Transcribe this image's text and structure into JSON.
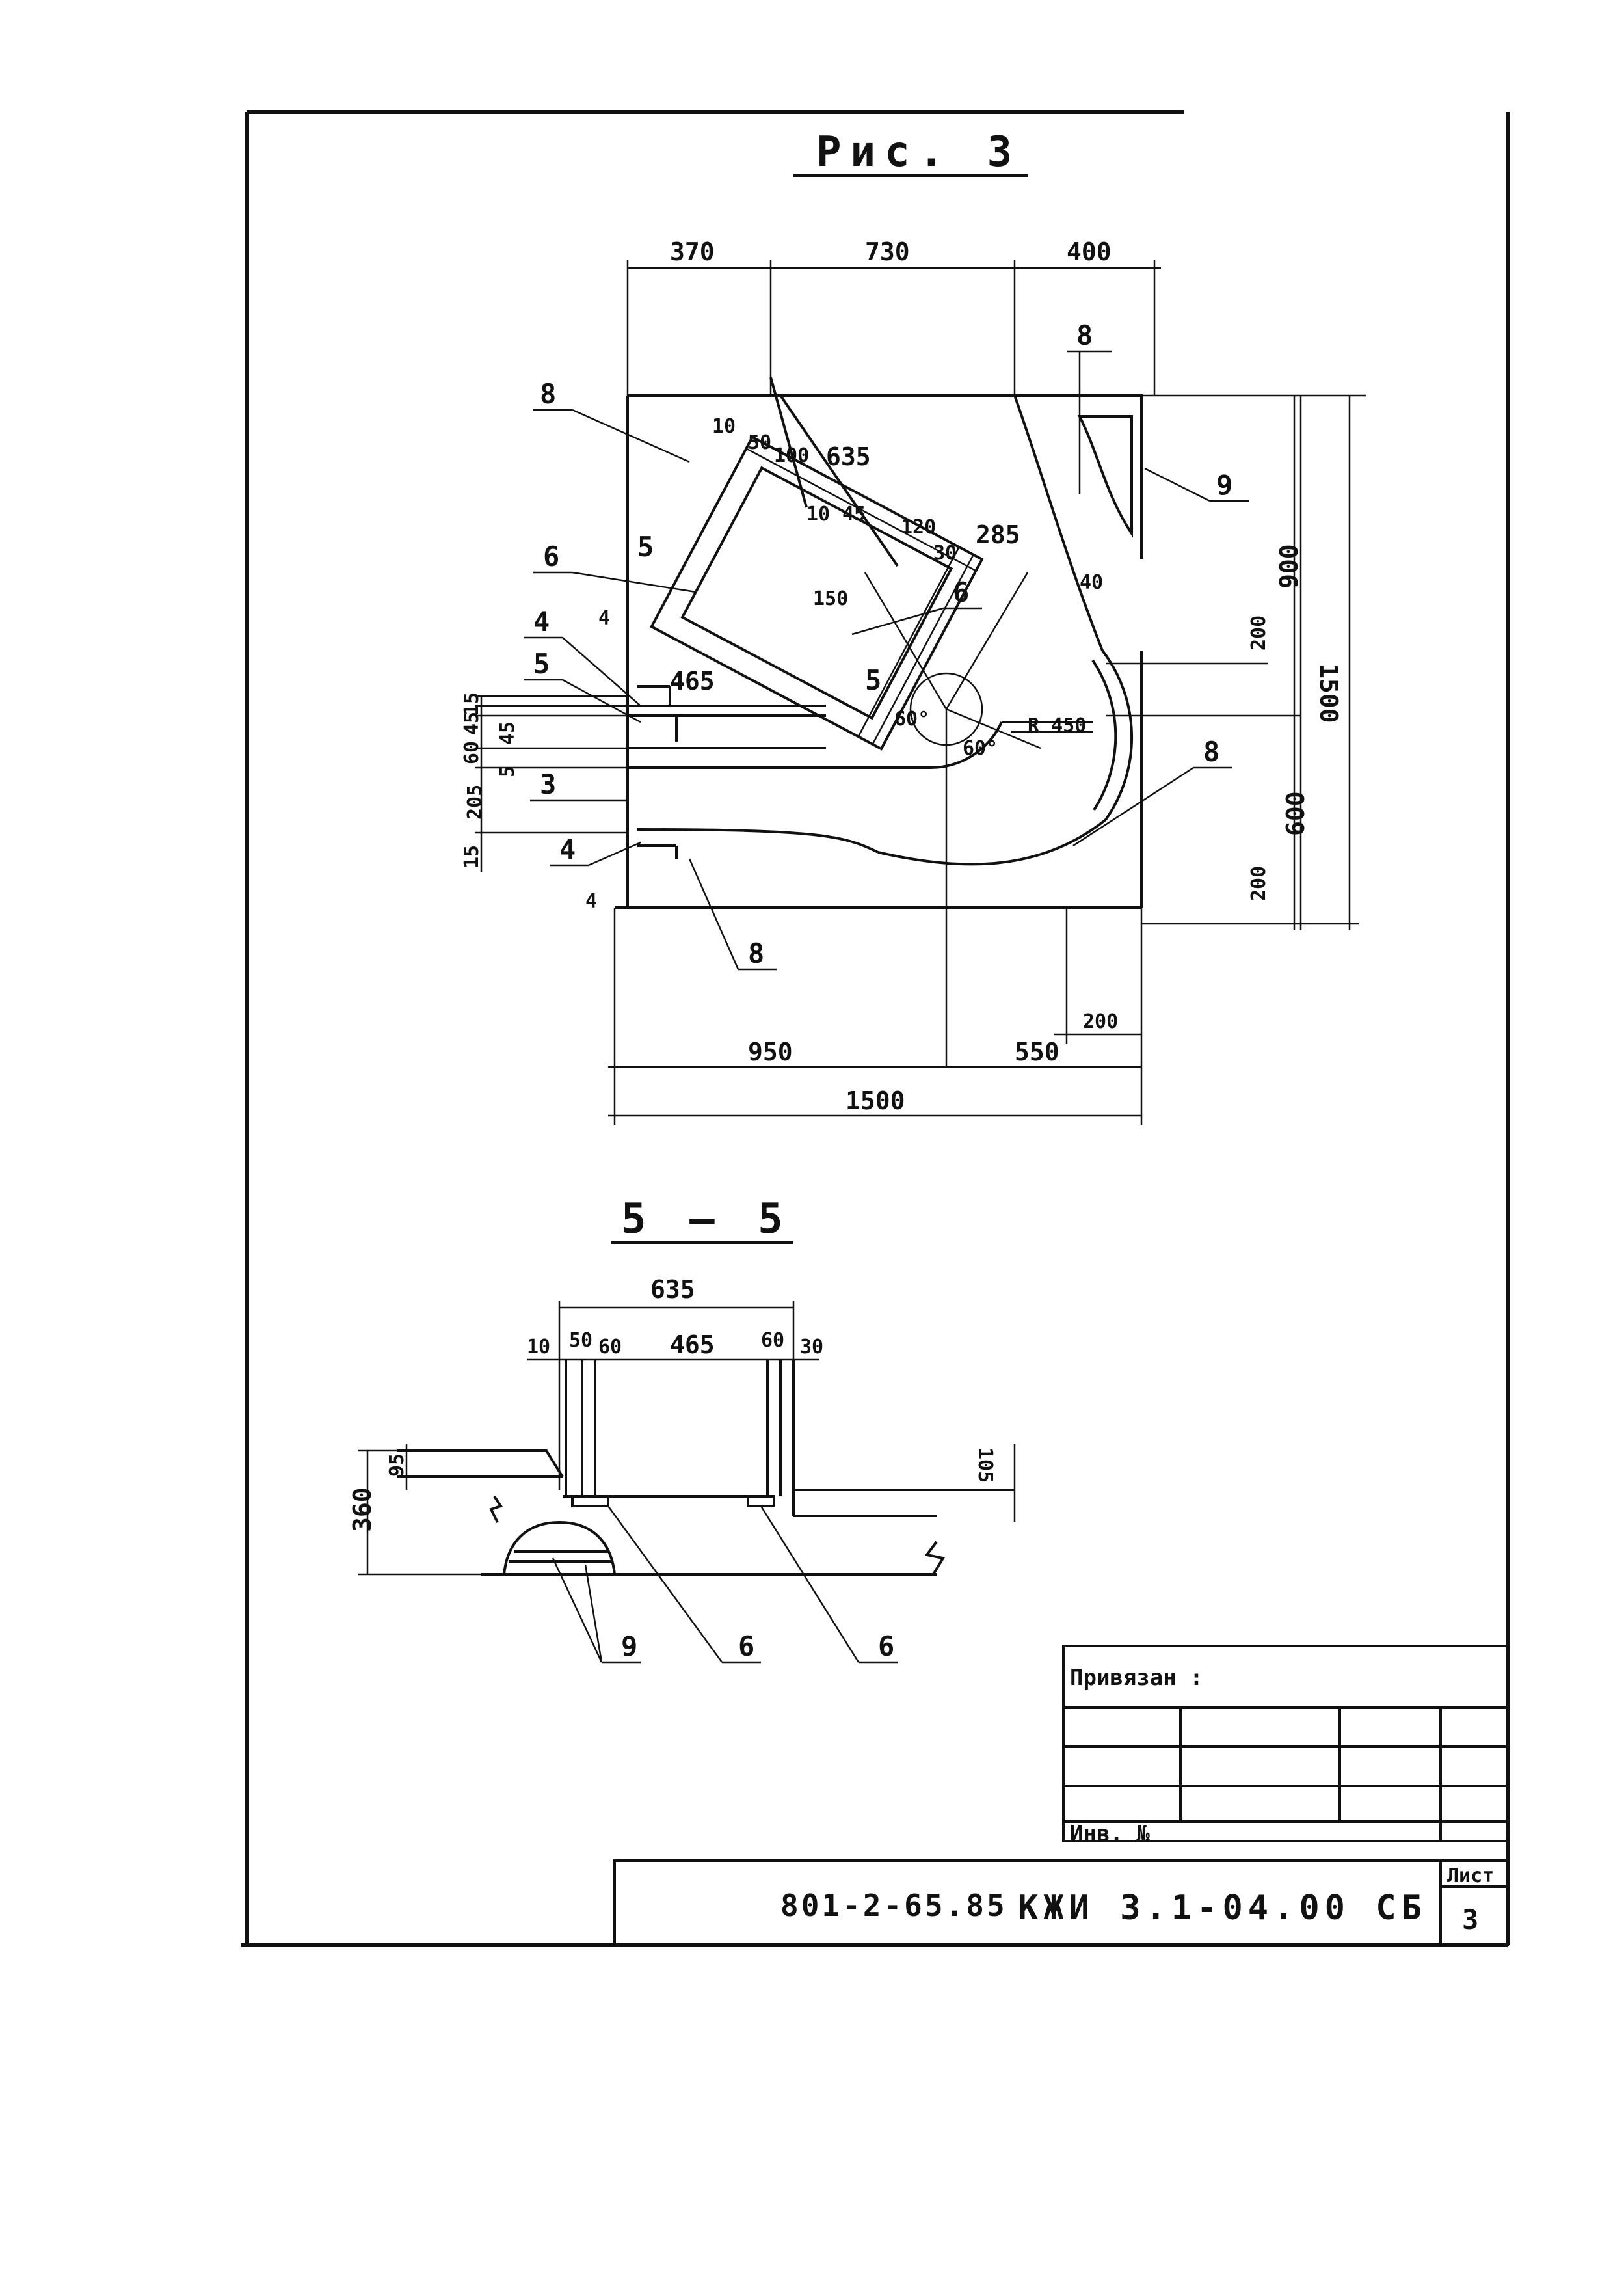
{
  "figure": {
    "title": "Рис. 3",
    "section_title": "5 — 5"
  },
  "plan_dims": {
    "top_370": "370",
    "top_730": "730",
    "top_400": "400",
    "d10": "10",
    "d50": "50",
    "d100": "100",
    "d635": "635",
    "d10b": "10",
    "d45": "45",
    "d120": "120",
    "d30": "30",
    "d285": "285",
    "d150": "150",
    "d465": "465",
    "d40": "40",
    "r450": "R 450",
    "a60": "60°",
    "a60b": "60°",
    "right_900": "900",
    "right_1500": "1500",
    "right_200a": "200",
    "right_600": "600",
    "right_200b": "200",
    "left_15a": "15",
    "left_45": "45",
    "left_60": "60",
    "left_45b": "45",
    "left_5": "5",
    "left_205": "205",
    "left_15b": "15",
    "bot_200": "200",
    "bot_950": "950",
    "bot_550": "550",
    "bot_1500": "1500"
  },
  "plan_labels": {
    "mark_8a": "8",
    "mark_8b": "8",
    "mark_8c": "8",
    "mark_8d": "8",
    "mark_9": "9",
    "mark_6a": "6",
    "mark_6b": "6",
    "mark_4a": "4",
    "mark_4b": "4",
    "mark_5": "5",
    "mark_3": "3",
    "cut_5a": "5",
    "cut_5b": "5",
    "cut_4a": "4",
    "cut_4b": "4"
  },
  "section_dims": {
    "s635": "635",
    "s10": "10",
    "s50": "50",
    "s60a": "60",
    "s465": "465",
    "s60b": "60",
    "s30": "30",
    "s95": "95",
    "s360": "360",
    "s105": "105"
  },
  "section_labels": {
    "m9": "9",
    "m6a": "6",
    "m6b": "6"
  },
  "title_block": {
    "privyazan": "Привязан :",
    "inv": "Инв. №",
    "doc_code": "801-2-65.85",
    "doc_mark": "КЖИ 3.1-04.00 СБ",
    "sheet_label": "Лист",
    "sheet_num": "3"
  }
}
